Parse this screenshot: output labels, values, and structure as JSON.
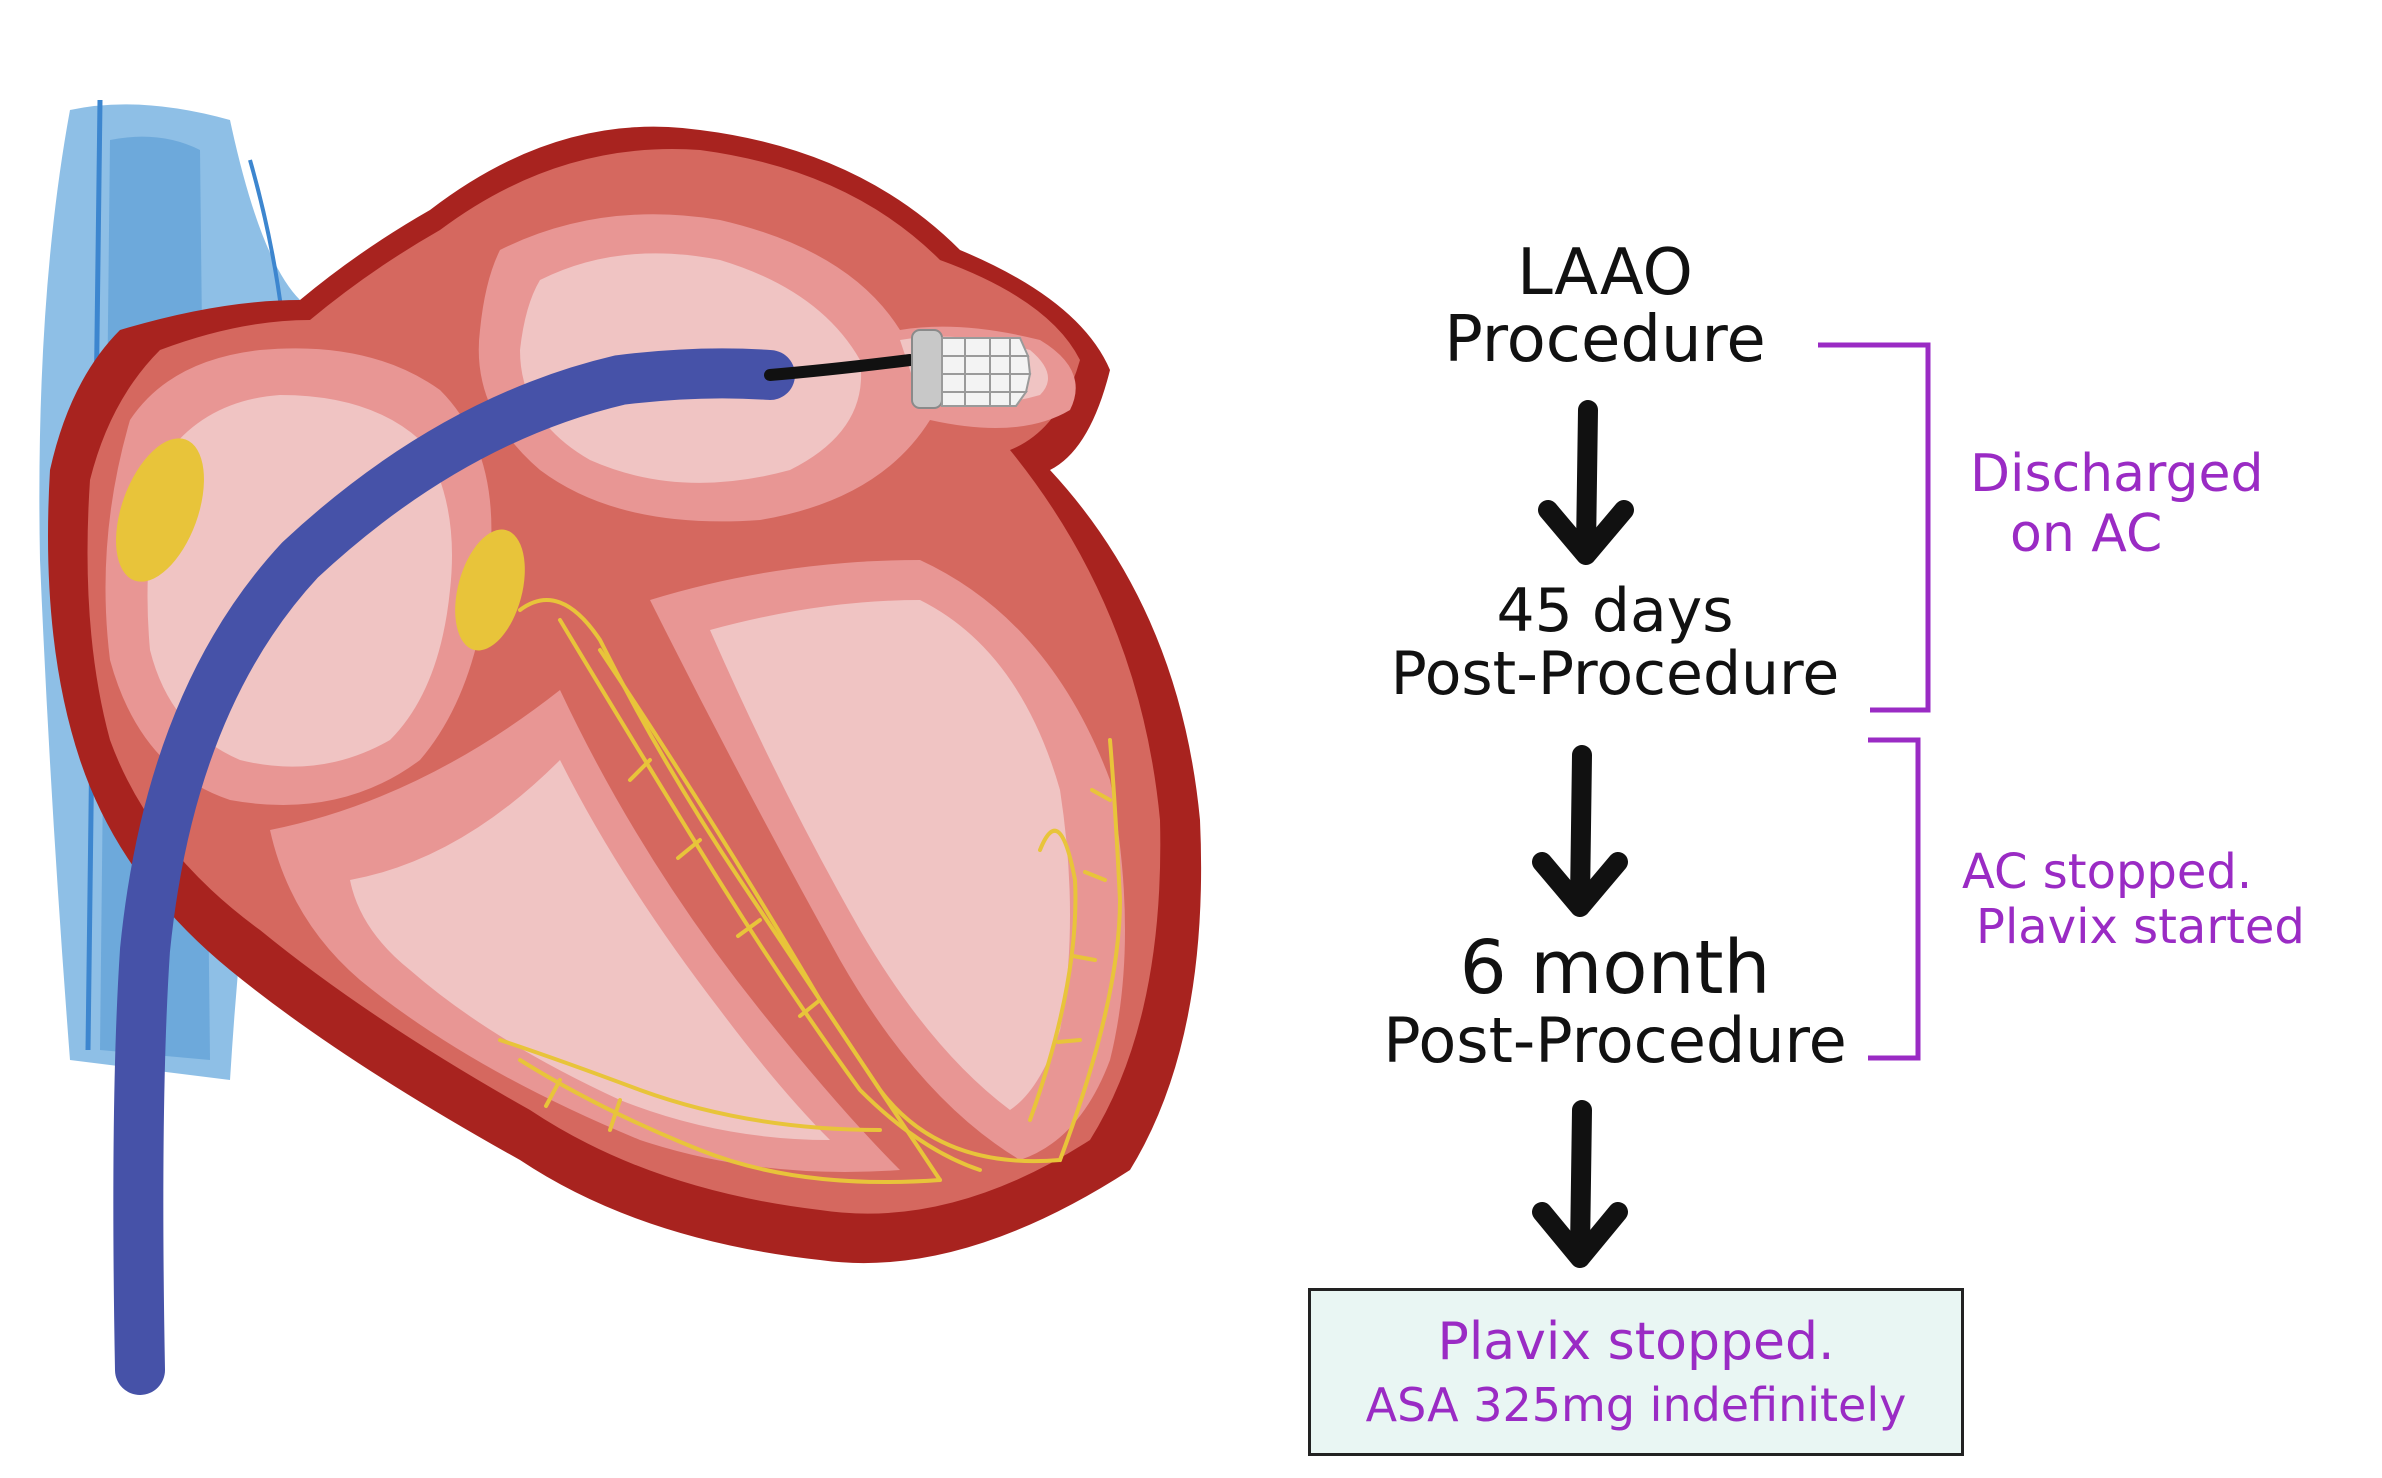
{
  "flow": {
    "steps": [
      {
        "line1": "LAAO",
        "line2": "Procedure"
      },
      {
        "line1": "45 days",
        "line2": "Post-Procedure"
      },
      {
        "line1": "6 month",
        "line2": "Post-Procedure"
      }
    ],
    "brackets": [
      {
        "line1": "Discharged",
        "line2": "on AC"
      },
      {
        "line1": "AC stopped.",
        "line2": "Plavix started"
      }
    ],
    "final": {
      "line1": "Plavix stopped.",
      "line2": "ASA 325mg indefinitely"
    }
  },
  "colors": {
    "annotation": "#9a2bc4",
    "outer_heart": "#a8231f",
    "myocardium": "#d5685f",
    "chamber_wall": "#e89694",
    "chamber": "#f0c4c3",
    "catheter": "#4652a8",
    "vessel": "#7ab4e2",
    "conduction": "#e8c43a",
    "final_box_bg": "#e9f6f3"
  },
  "icons": [
    "down-arrow-icon",
    "bracket-icon",
    "occluder-device-icon"
  ]
}
